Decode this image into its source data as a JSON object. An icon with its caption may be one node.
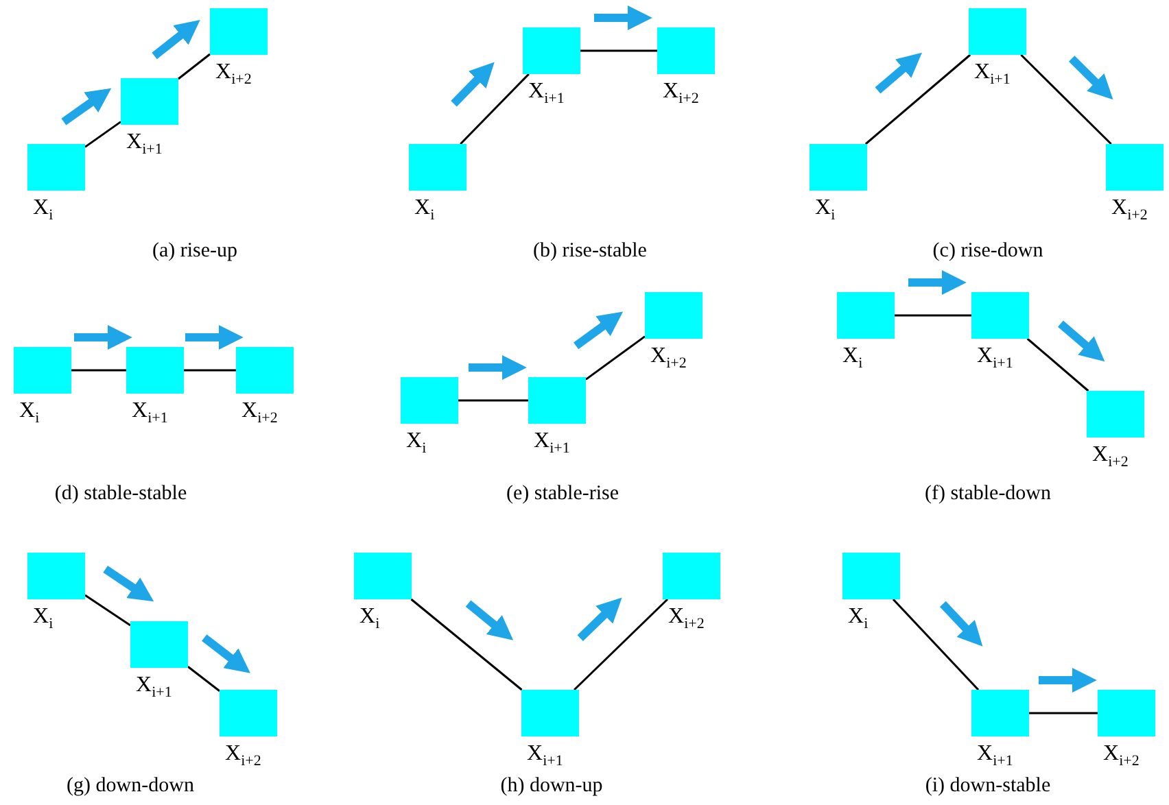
{
  "diagram": {
    "nodes": [
      {
        "text": [],
        "shape": "box",
        "beside": [
          "X$_{i}$"
        ]
      },
      {
        "text": [],
        "shape": "box",
        "beside": [
          "X$_{i+1}$"
        ]
      },
      {
        "text": [],
        "shape": "box",
        "beside": [
          "X$_{i+2}$"
        ]
      },
      {
        "text": [],
        "shape": "box",
        "beside": [
          "X$_{i}$"
        ]
      },
      {
        "text": [],
        "shape": "box",
        "beside": [
          "X$_{i+1}$"
        ]
      },
      {
        "text": [],
        "shape": "box",
        "beside": [
          "X$_{i+2}$"
        ]
      },
      {
        "text": [],
        "shape": "box",
        "beside": [
          "X$_{i}$"
        ]
      },
      {
        "text": [],
        "shape": "box",
        "beside": [
          "X$_{i+1}$"
        ]
      },
      {
        "text": [],
        "shape": "box",
        "beside": [
          "X$_{i+2}$"
        ]
      },
      {
        "text": [],
        "shape": "box",
        "beside": [
          "X$_{i}$"
        ]
      },
      {
        "text": [],
        "shape": "box",
        "beside": [
          "X$_{i+1}$"
        ]
      },
      {
        "text": [],
        "shape": "box",
        "beside": [
          "X$_{i+2}$"
        ]
      },
      {
        "text": [],
        "shape": "box",
        "beside": [
          "X$_{i}$"
        ]
      },
      {
        "text": [],
        "shape": "box",
        "beside": [
          "X$_{i+1}$"
        ]
      },
      {
        "text": [],
        "shape": "box",
        "beside": [
          "X$_{i+2}$"
        ]
      },
      {
        "text": [],
        "shape": "box",
        "beside": [
          "X$_{i}$"
        ]
      },
      {
        "text": [],
        "shape": "box",
        "beside": [
          "X$_{i+1}$"
        ]
      },
      {
        "text": [],
        "shape": "box",
        "beside": [
          "X$_{i+2}$"
        ]
      },
      {
        "text": [],
        "shape": "box",
        "beside": [
          "X$_{i}$"
        ]
      },
      {
        "text": [],
        "shape": "box",
        "beside": [
          "X$_{i+1}$"
        ]
      },
      {
        "text": [],
        "shape": "box",
        "beside": [
          "X$_{i+2}$"
        ]
      },
      {
        "text": [],
        "shape": "box",
        "beside": [
          "X$_{i}$"
        ]
      },
      {
        "text": [],
        "shape": "box",
        "beside": [
          "X$_{i+1}$"
        ]
      },
      {
        "text": [],
        "shape": "box",
        "beside": [
          "X$_{i+2}$"
        ]
      },
      {
        "text": [],
        "shape": "box",
        "beside": [
          "X$_{i}$"
        ]
      },
      {
        "text": [],
        "shape": "box",
        "beside": [
          "X$_{i+1}$"
        ]
      },
      {
        "text": [],
        "shape": "box",
        "beside": [
          "X$_{i+2}$"
        ]
      }
    ],
    "edges": [
      {
        "from": 0,
        "to": 1,
        "arrow": "none"
      },
      {
        "from": 1,
        "to": 2,
        "arrow": "none"
      },
      {
        "from": 3,
        "to": 4,
        "arrow": "none"
      },
      {
        "from": 4,
        "to": 5,
        "arrow": "none"
      },
      {
        "from": 6,
        "to": 7,
        "arrow": "none"
      },
      {
        "from": 7,
        "to": 8,
        "arrow": "none"
      },
      {
        "from": 9,
        "to": 10,
        "arrow": "none"
      },
      {
        "from": 10,
        "to": 11,
        "arrow": "none"
      },
      {
        "from": 12,
        "to": 13,
        "arrow": "none"
      },
      {
        "from": 13,
        "to": 14,
        "arrow": "none"
      },
      {
        "from": 15,
        "to": 16,
        "arrow": "none"
      },
      {
        "from": 16,
        "to": 17,
        "arrow": "none"
      },
      {
        "from": 18,
        "to": 19,
        "arrow": "none"
      },
      {
        "from": 19,
        "to": 20,
        "arrow": "none"
      },
      {
        "from": 21,
        "to": 22,
        "arrow": "none"
      },
      {
        "from": 22,
        "to": 23,
        "arrow": "none"
      },
      {
        "from": 24,
        "to": 25,
        "arrow": "none"
      },
      {
        "from": 25,
        "to": 26,
        "arrow": "none"
      }
    ],
    "labels": [
      "(a) rise-up",
      "(b) rise-stable",
      "(c) rise-down",
      "(d) stable-stable",
      "(e) stable-rise",
      "(f) stable-down",
      "(g) down-down",
      "(h) down-up",
      "(i) down-stable"
    ]
  }
}
